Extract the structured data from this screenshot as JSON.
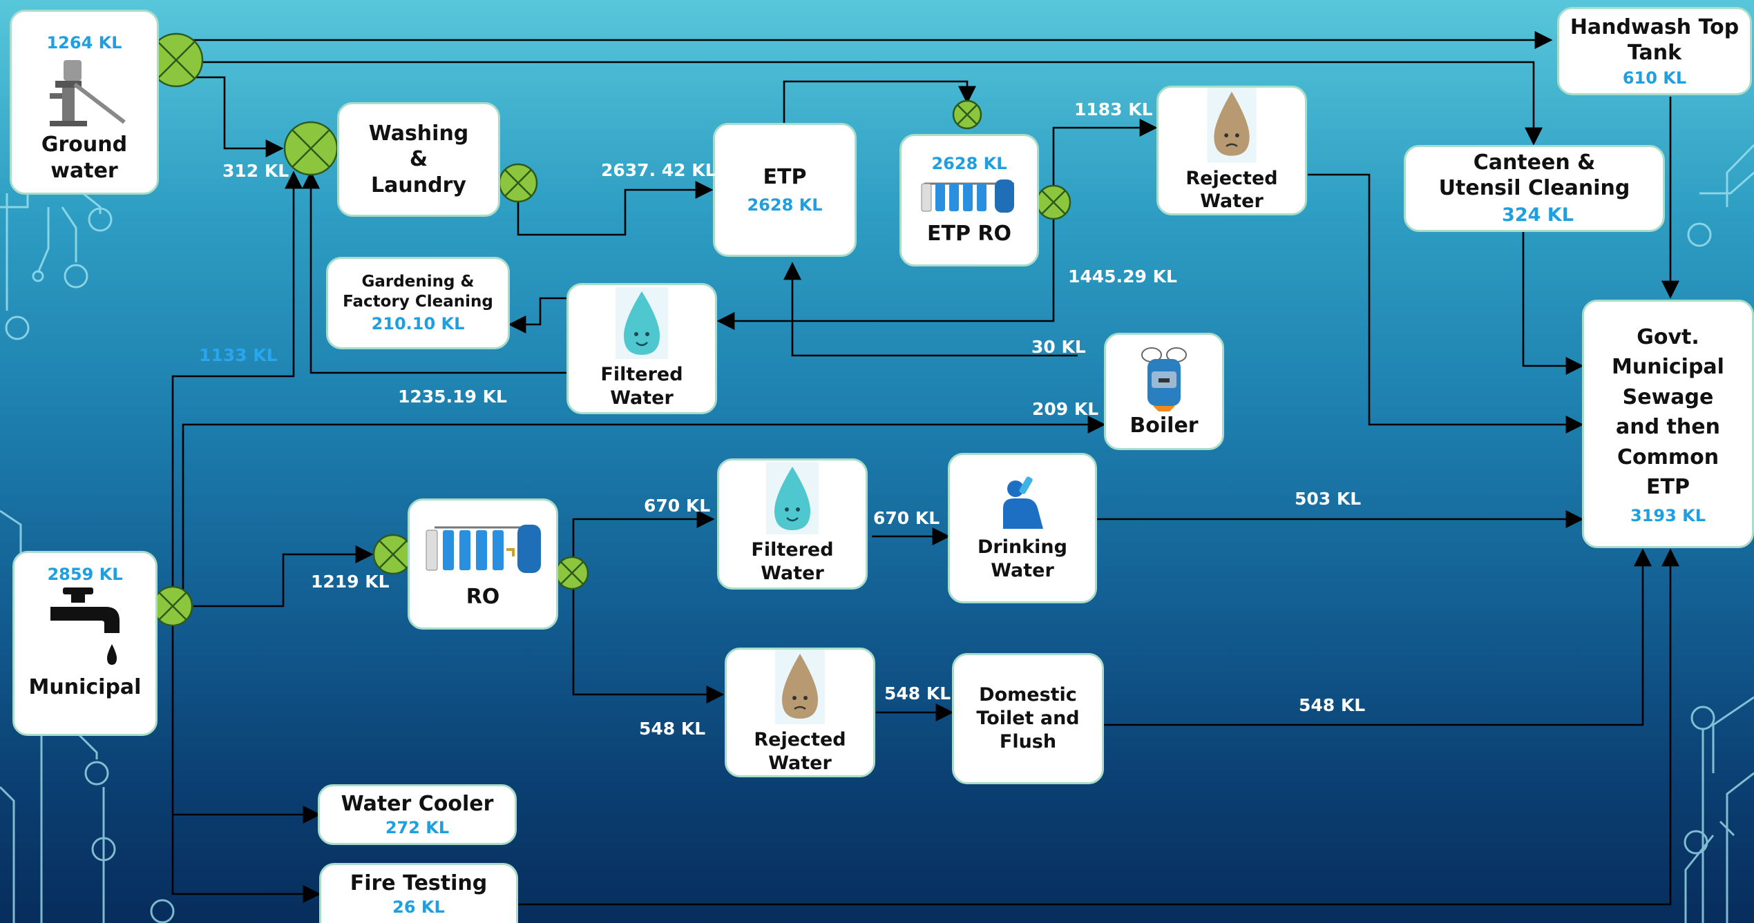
{
  "nodes": {
    "ground_water": {
      "value": "1264 KL",
      "name": "Ground water"
    },
    "municipal": {
      "value": "2859 KL",
      "name": "Municipal"
    },
    "washing_laundry": {
      "name": "Washing & Laundry"
    },
    "etp": {
      "name": "ETP",
      "value": "2628 KL"
    },
    "etp_ro": {
      "value": "2628  KL",
      "name": "ETP RO"
    },
    "rejected_water_top": {
      "name": "Rejected Water"
    },
    "handwash_tank": {
      "name": "Handwash Top Tank",
      "value": "610 KL"
    },
    "canteen": {
      "name": "Canteen & Utensil Cleaning",
      "value": "324 KL"
    },
    "gardening": {
      "name": "Gardening & Factory Cleaning",
      "value": "210.10 KL"
    },
    "filtered_water_top": {
      "name": "Filtered Water"
    },
    "boiler": {
      "name": "Boiler"
    },
    "ro": {
      "name": "RO"
    },
    "filtered_water_mid": {
      "name": "Filtered Water"
    },
    "drinking_water": {
      "name": "Drinking Water"
    },
    "rejected_water_low": {
      "name": "Rejected Water"
    },
    "domestic_toilet": {
      "name": "Domestic Toilet and Flush"
    },
    "govt_sewage": {
      "name": "Govt. Municipal Sewage and then Common ETP",
      "value": "3193 KL"
    },
    "water_cooler": {
      "name": "Water Cooler",
      "value": "272 KL"
    },
    "fire_testing": {
      "name": "Fire Testing",
      "value": "26 KL"
    }
  },
  "edges": {
    "gw_to_washing": "312 KL",
    "washing_to_etp": "2637. 42 KL",
    "etpro_to_rejected": "1183 KL",
    "etpro_to_filtered": "1445.29 KL",
    "municipal_to_washing": "1133 KL",
    "filtered_to_washing": "1235.19 KL",
    "boiler_to_etp": "30 KL",
    "municipal_to_boiler": "209 KL",
    "municipal_to_ro": "1219 KL",
    "ro_to_filtered": "670 KL",
    "filtered_to_drinking": "670 KL",
    "drinking_to_sewage": "503 KL",
    "ro_to_rejected": "548 KL",
    "rejected_to_domestic": "548 KL",
    "domestic_to_sewage": "548 KL"
  },
  "colors": {
    "node_border": "#a9ddc9",
    "value_blue": "#1f9ee0",
    "valve_green": "#8cc63f",
    "circuit_line": "#9fe3ef"
  }
}
